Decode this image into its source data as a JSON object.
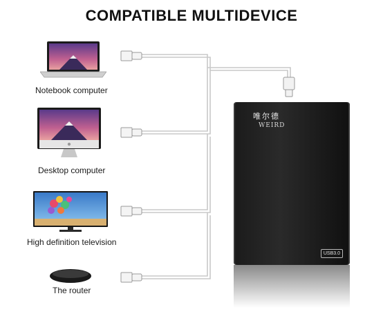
{
  "title": "COMPATIBLE MULTIDEVICE",
  "devices": [
    {
      "label": "Notebook computer",
      "icon": "laptop-icon"
    },
    {
      "label": "Desktop computer",
      "icon": "desktop-icon"
    },
    {
      "label": "High definition television",
      "icon": "tv-icon"
    },
    {
      "label": "The router",
      "icon": "router-icon"
    }
  ],
  "drive": {
    "brand_cn": "唯尔德",
    "brand_en": "WEIRD",
    "port_label": "USB3.0"
  },
  "colors": {
    "drive_body": "#1b1b1b",
    "cable": "#c8c8c8",
    "screen_sky": "#c06090"
  }
}
